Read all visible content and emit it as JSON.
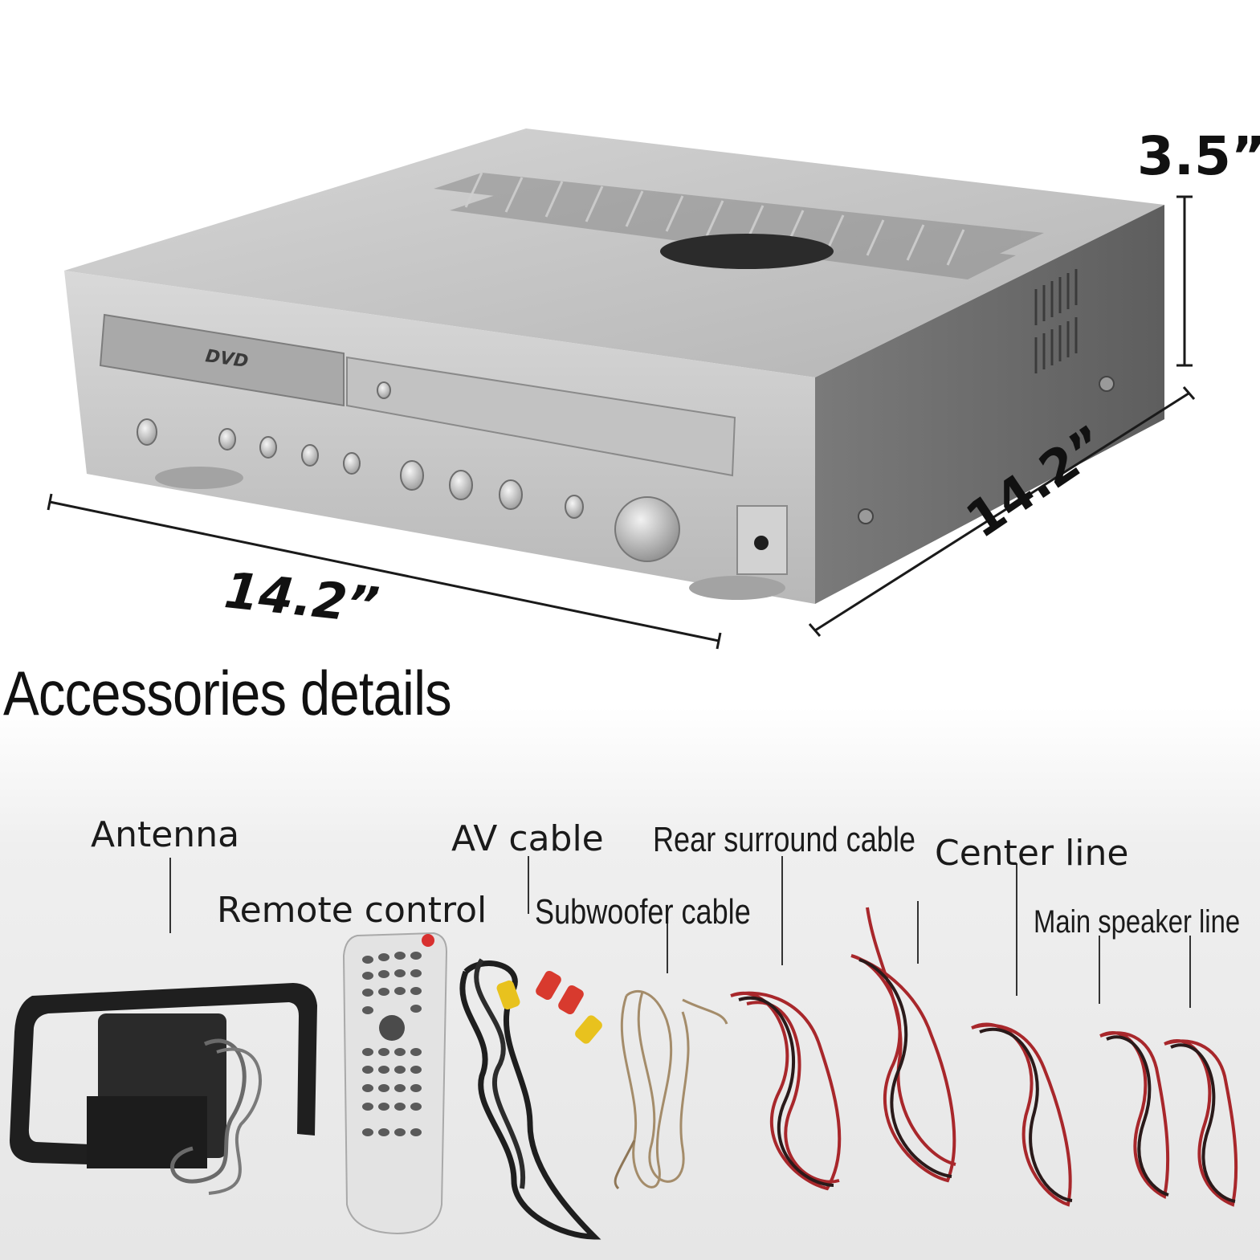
{
  "product_view": {
    "height_label": "3.5”",
    "width_label": "14.2”",
    "depth_label": "14.2”",
    "front_panel": {
      "disc_logo": "DVD"
    }
  },
  "accessories": {
    "heading": "Accessories details",
    "labels": {
      "antenna": "Antenna",
      "remote_control": "Remote control",
      "av_cable": "AV cable",
      "subwoofer_cable": "Subwoofer cable",
      "rear_surround_cable": "Rear surround cable",
      "center_line": "Center line",
      "main_speaker_line": "Main speaker line"
    }
  },
  "colors": {
    "chassis_silver": "#c9c9c9",
    "side_dark": "#6f6f6f",
    "speaker_wire_red": "#a8272b",
    "speaker_wire_dark": "#2a1a1a",
    "background_lower": "#ececec"
  }
}
